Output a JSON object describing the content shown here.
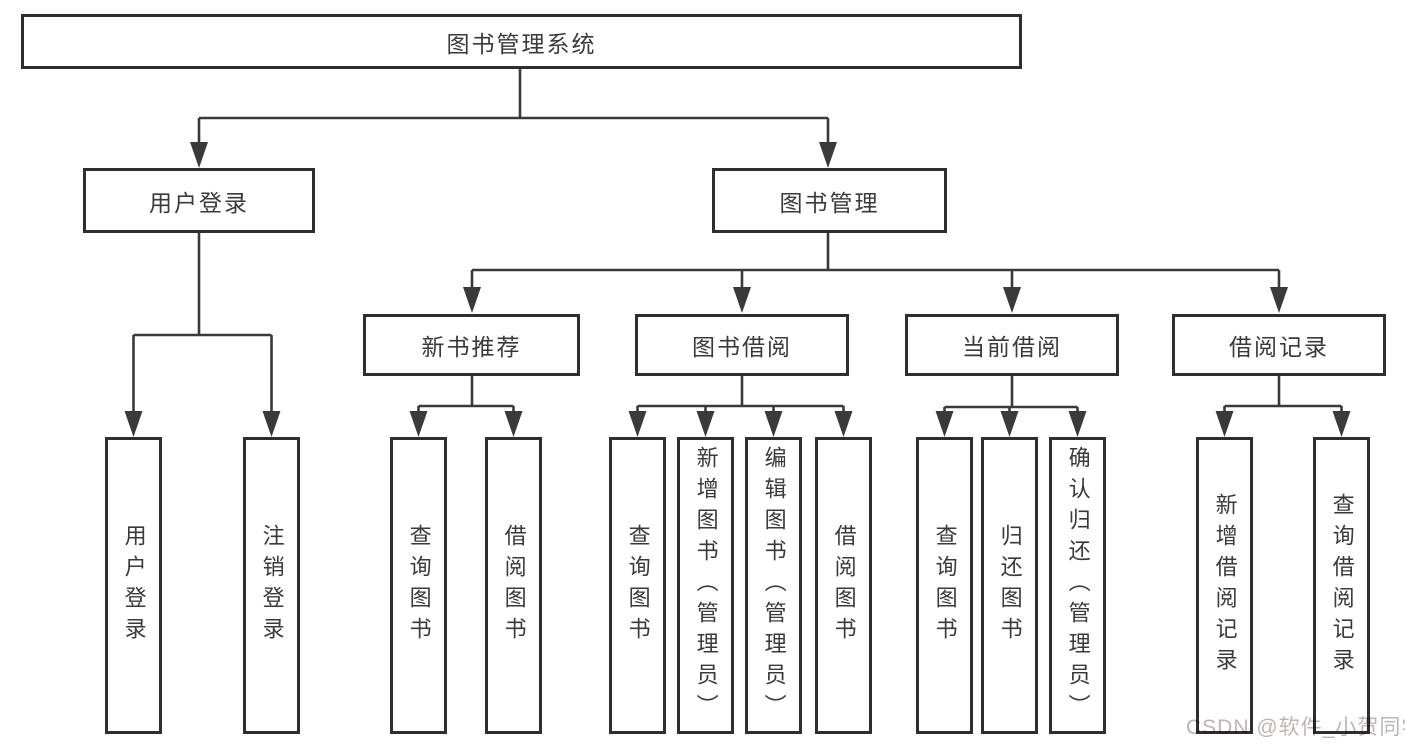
{
  "diagram": {
    "root": {
      "label": "图书管理系统",
      "children": [
        {
          "label": "用户登录",
          "children": [
            {
              "label": "用户登录"
            },
            {
              "label": "注销登录"
            }
          ]
        },
        {
          "label": "图书管理",
          "children": [
            {
              "label": "新书推荐",
              "children": [
                {
                  "label": "查询图书"
                },
                {
                  "label": "借阅图书"
                }
              ]
            },
            {
              "label": "图书借阅",
              "children": [
                {
                  "label": "查询图书"
                },
                {
                  "label": "新增图书（管理员）"
                },
                {
                  "label": "编辑图书（管理员）"
                },
                {
                  "label": "借阅图书"
                }
              ]
            },
            {
              "label": "当前借阅",
              "children": [
                {
                  "label": "查询图书"
                },
                {
                  "label": "归还图书"
                },
                {
                  "label": "确认归还（管理员）"
                }
              ]
            },
            {
              "label": "借阅记录",
              "children": [
                {
                  "label": "新增借阅记录"
                },
                {
                  "label": "查询借阅记录"
                }
              ]
            }
          ]
        }
      ]
    },
    "watermark": "CSDN @软件_小贺同学",
    "colors": {
      "line": "#3a3a3a",
      "border": "#2e2e2e",
      "text": "#3a3a3a",
      "watermark": "#c1b3b3",
      "background": "#ffffff"
    }
  }
}
